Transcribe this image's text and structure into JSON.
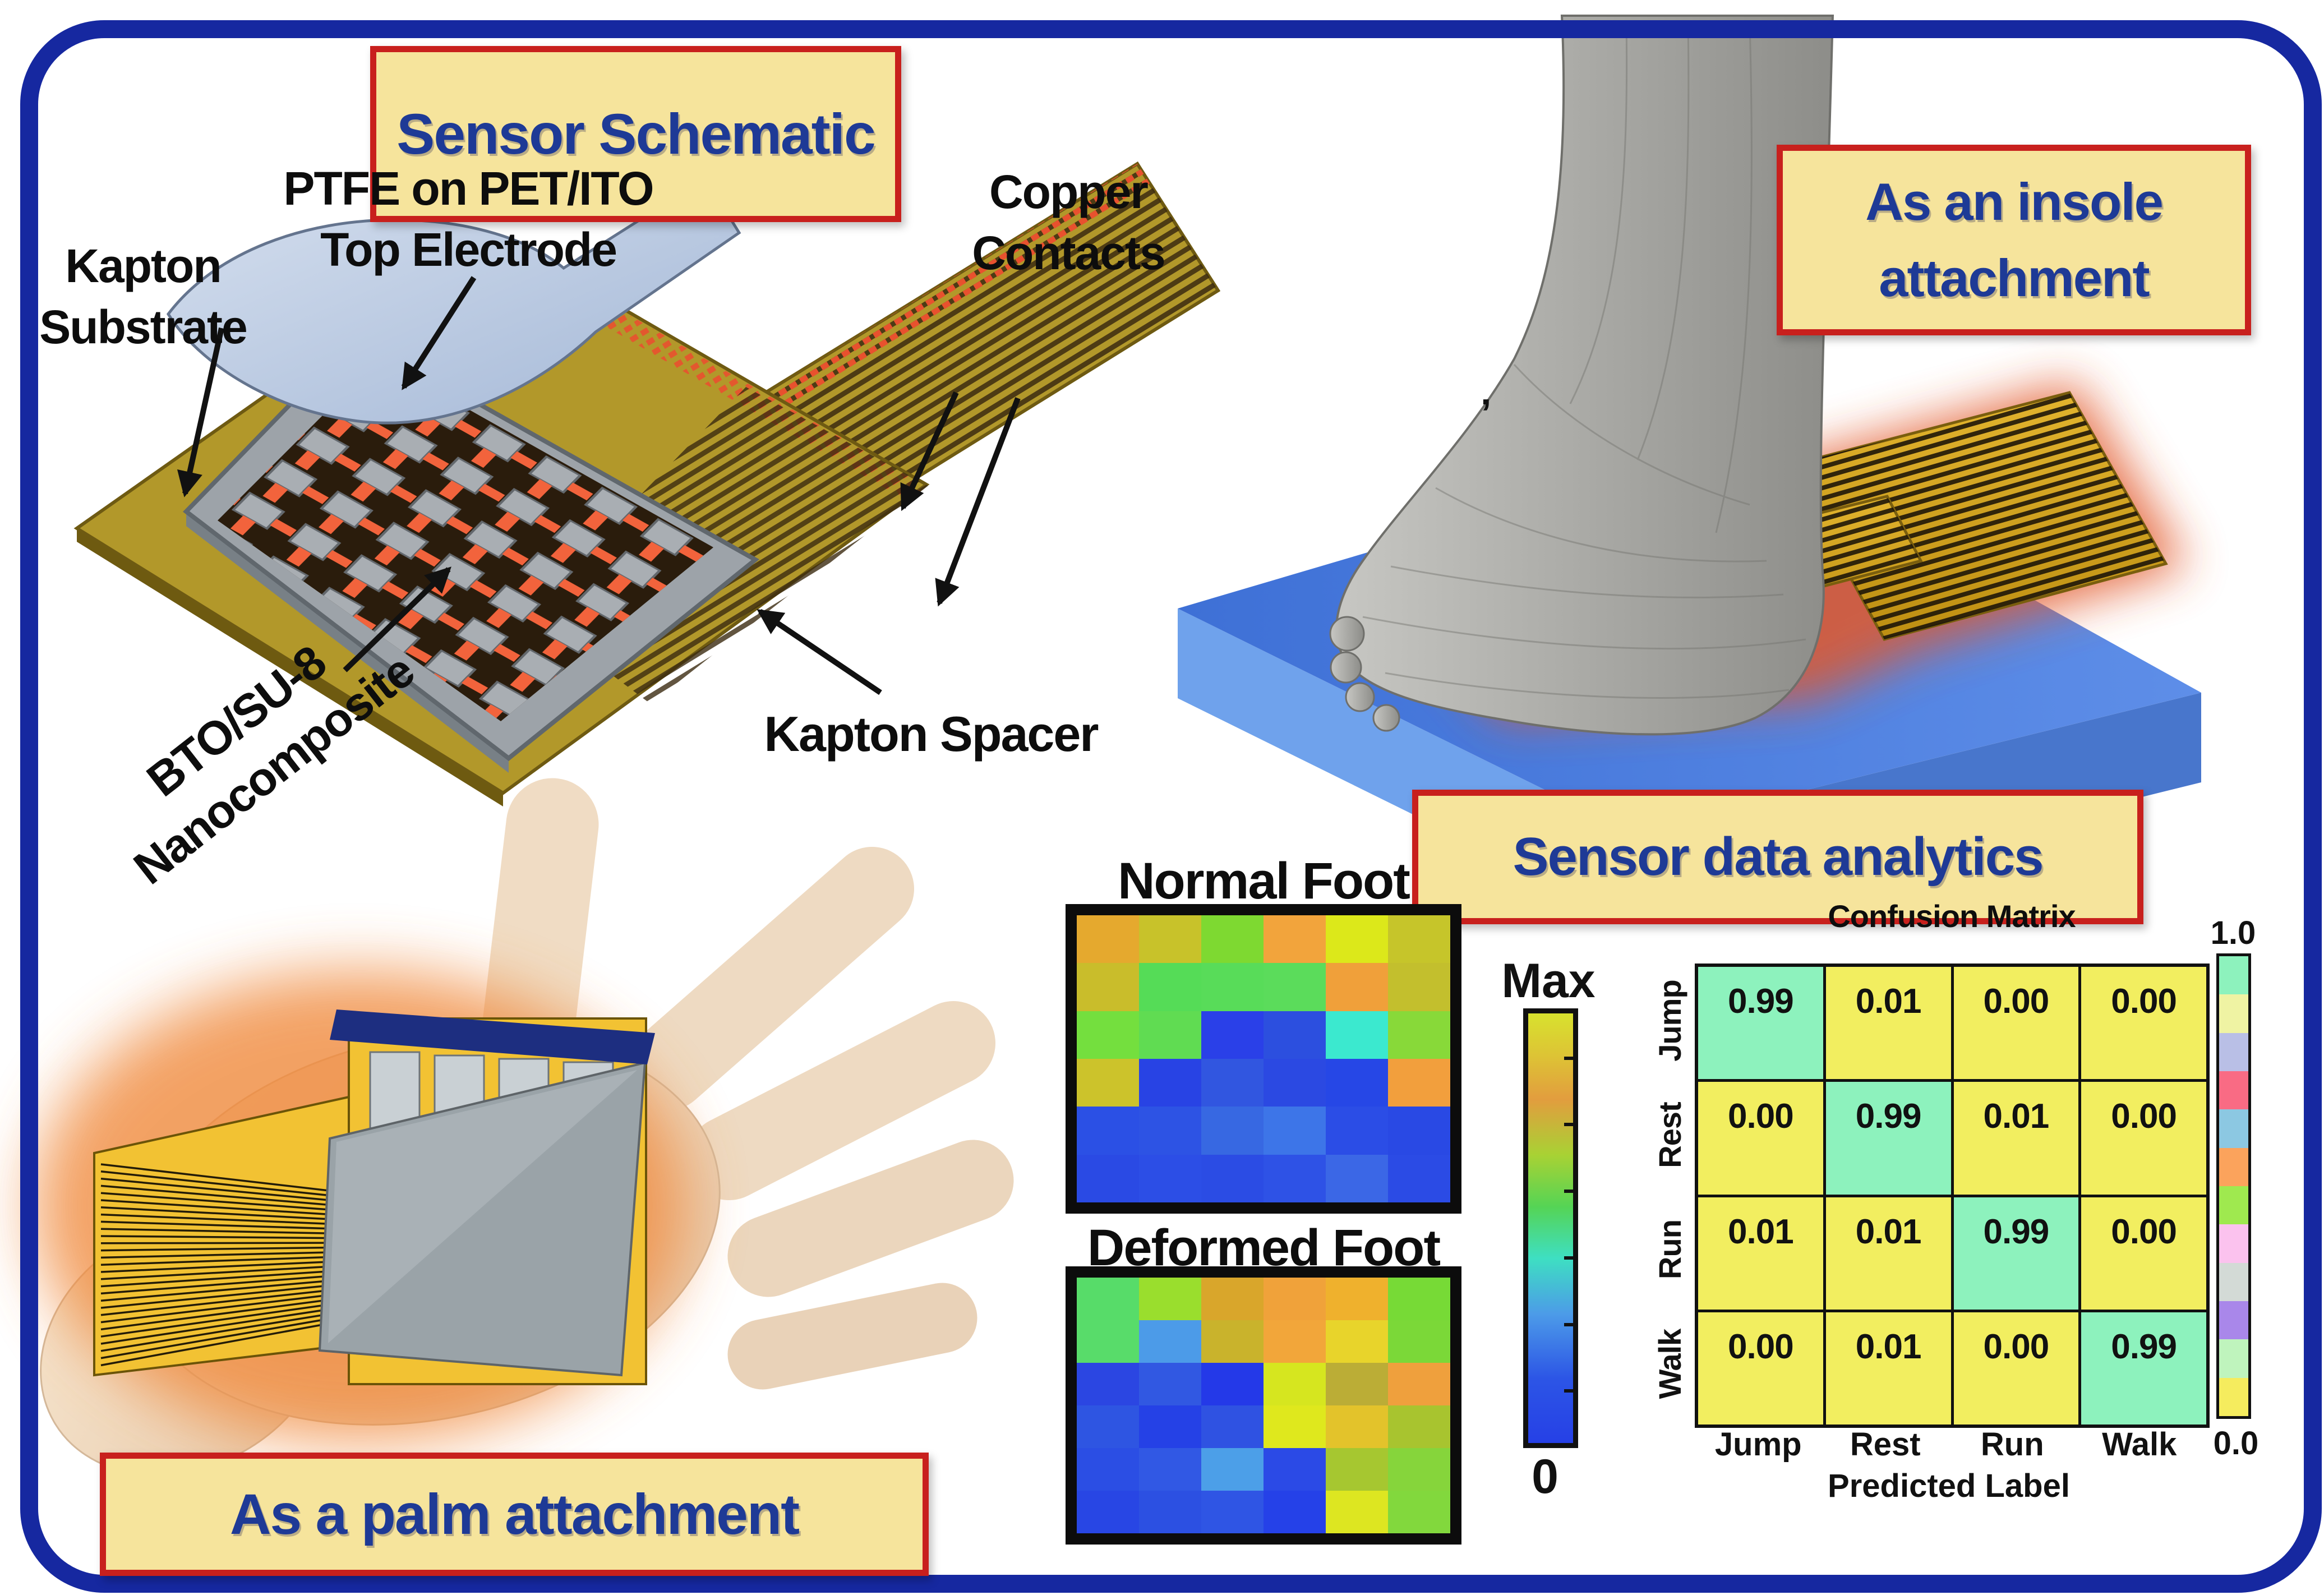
{
  "figure": {
    "schematic": {
      "title": "Sensor Schematic",
      "labels": {
        "kapton_substrate": [
          "Kapton",
          "Substrate"
        ],
        "ptfe_top_electrode": [
          "PTFE on PET/ITO",
          "Top Electrode"
        ],
        "copper_contacts": [
          "Copper",
          "Contacts"
        ],
        "bto_su8": [
          "BTO/SU-8",
          "Nanocomposite"
        ],
        "kapton_spacer": "Kapton Spacer"
      }
    },
    "insole": {
      "title": [
        "As an insole",
        "attachment"
      ],
      "stray_mark": "’"
    },
    "palm": {
      "title": "As a palm attachment"
    },
    "analytics": {
      "title": "Sensor data analytics",
      "normal_foot_title": "Normal Foot",
      "deformed_foot_title": "Deformed Foot",
      "pressure_scale": {
        "max": "Max",
        "min": "0"
      },
      "confusion": {
        "title": "Confusion Matrix",
        "xlabel": "Predicted Label",
        "row_labels": [
          "Jump",
          "Rest",
          "Run",
          "Walk"
        ],
        "col_labels": [
          "Jump",
          "Rest",
          "Run",
          "Walk"
        ],
        "cbar_max": "1.0",
        "cbar_min": "0.0"
      }
    }
  },
  "colors": {
    "frame": "#1628A0",
    "panel_bg": "#F6E49C",
    "panel_border": "#C8201D",
    "panel_text": "#1E3A96",
    "diag_cell": "#8DF2BD",
    "off_cell": "#F2EE60",
    "cbar_segments": [
      "#8DF2BD",
      "#EFF3A3",
      "#B9BFE6",
      "#F96B84",
      "#8CC8E2",
      "#FBA35C",
      "#9FE94F",
      "#FBC2EE",
      "#D3DAD6",
      "#A987EA",
      "#BFF4BD",
      "#F5EC5E"
    ],
    "pressure_gradient": [
      "#D8E22E 0%",
      "#DDC335 10%",
      "#E29D3E 20%",
      "#A8D234 33%",
      "#55D455 45%",
      "#3EDFC2 57%",
      "#4C9BE8 70%",
      "#2C55E6 85%",
      "#2640E6 100%"
    ]
  },
  "chart_data": [
    {
      "type": "heatmap",
      "title": "Normal Foot",
      "grid": "6 cols x 6 rows",
      "scale": {
        "min": "0",
        "max": "Max"
      },
      "cell_colors": [
        [
          "#E5A92E",
          "#C8C22A",
          "#7ED931",
          "#F2A43C",
          "#DCE81A",
          "#C6C52A"
        ],
        [
          "#C9BD2B",
          "#55DC57",
          "#58DC59",
          "#5BDC5B",
          "#F0A03A",
          "#C3BF2D"
        ],
        [
          "#74DF3E",
          "#60DC52",
          "#2A40E8",
          "#2C4FDF",
          "#3BE9CF",
          "#88D939"
        ],
        [
          "#CCC32B",
          "#2843E4",
          "#3156E0",
          "#2B49E2",
          "#2647E6",
          "#F29F3D"
        ],
        [
          "#2B50E5",
          "#2D53E4",
          "#3768E2",
          "#3D75E8",
          "#2B4DE6",
          "#2949E4"
        ],
        [
          "#2A4AE4",
          "#2C4EE6",
          "#2B4CE4",
          "#2E52E6",
          "#3B67E6",
          "#2B4BE5"
        ]
      ]
    },
    {
      "type": "heatmap",
      "title": "Deformed Foot",
      "grid": "6 cols x 6 rows",
      "scale": {
        "min": "0",
        "max": "Max"
      },
      "cell_colors": [
        [
          "#57DC69",
          "#9ADE2D",
          "#D9A62B",
          "#F0A23A",
          "#EFB12D",
          "#77DA36"
        ],
        [
          "#58DC6A",
          "#4C9BE8",
          "#C9B32C",
          "#F2A63A",
          "#E8D42B",
          "#7BD838"
        ],
        [
          "#2B46E2",
          "#3158E2",
          "#2439E8",
          "#D6E61F",
          "#BBAD36",
          "#EFA03D"
        ],
        [
          "#2E55E2",
          "#2541E6",
          "#2F52E2",
          "#DFE81D",
          "#E3C32B",
          "#A8C42F"
        ],
        [
          "#2B4EE4",
          "#3158E4",
          "#4C9FE8",
          "#2B4AE6",
          "#A6C730",
          "#86D53B"
        ],
        [
          "#2846E4",
          "#2C50E2",
          "#2F55E4",
          "#2541E8",
          "#DDE621",
          "#82D83D"
        ]
      ]
    },
    {
      "type": "heatmap",
      "title": "Confusion Matrix",
      "x": [
        "Jump",
        "Rest",
        "Run",
        "Walk"
      ],
      "y": [
        "Jump",
        "Rest",
        "Run",
        "Walk"
      ],
      "xlabel": "Predicted Label",
      "zlim": [
        0.0,
        1.0
      ],
      "values": [
        [
          0.99,
          0.01,
          0.0,
          0.0
        ],
        [
          0.0,
          0.99,
          0.01,
          0.0
        ],
        [
          0.01,
          0.01,
          0.99,
          0.0
        ],
        [
          0.0,
          0.01,
          0.0,
          0.99
        ]
      ]
    }
  ]
}
